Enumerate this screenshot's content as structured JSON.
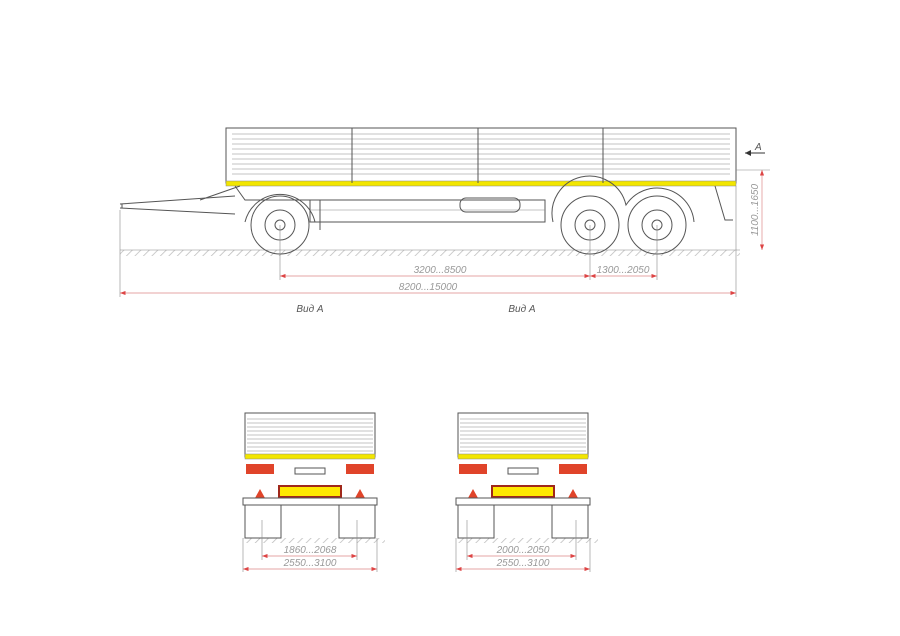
{
  "side_view": {
    "section_marker": "A",
    "dimensions": {
      "axle_to_bogie": "3200...8500",
      "bogie_spacing": "1300...2050",
      "overall_length": "8200...15000",
      "platform_height": "1100...1650"
    }
  },
  "rear_views": [
    {
      "label": "Вид А",
      "track_width": "1860...2068",
      "overall_width": "2550...3100"
    },
    {
      "label": "Вид А",
      "track_width": "2000...2050",
      "overall_width": "2550...3100"
    }
  ],
  "colors": {
    "stripe": "#f2e600",
    "lamp": "#e0442a",
    "plate": "#ffe800",
    "plate_border": "#a0281a",
    "dimension": "#d06060"
  }
}
